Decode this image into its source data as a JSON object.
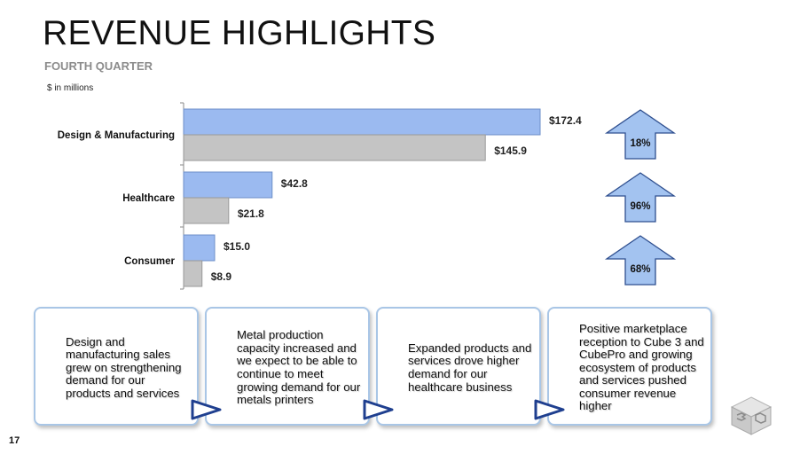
{
  "header": {
    "title": "REVENUE HIGHLIGHTS",
    "subtitle": "FOURTH QUARTER",
    "units": "$ in millions"
  },
  "chart_data": {
    "type": "bar",
    "orientation": "horizontal",
    "categories": [
      "Design & Manufacturing",
      "Healthcare",
      "Consumer"
    ],
    "series": [
      {
        "values": [
          172.4,
          42.8,
          15.0
        ],
        "labels": [
          "$172.4",
          "$42.8",
          "$15.0"
        ],
        "color": "#9bbaf0"
      },
      {
        "values": [
          145.9,
          21.8,
          8.9
        ],
        "labels": [
          "$145.9",
          "$21.8",
          "$8.9"
        ],
        "color": "#c4c4c4"
      }
    ],
    "xlim": [
      0,
      172.4
    ],
    "grid": false,
    "growth": [
      "18%",
      "96%",
      "68%"
    ]
  },
  "cards": [
    {
      "text": "Design and manufacturing sales grew on strengthening demand for our products and services"
    },
    {
      "text": "Metal production capacity increased and we expect to be able to continue to meet growing demand for our metals printers"
    },
    {
      "text": "Expanded products and services drove higher demand for our healthcare business"
    },
    {
      "text": "Positive marketplace reception to Cube 3 and CubePro and growing ecosystem of products and services pushed consumer revenue higher"
    }
  ],
  "footer": {
    "page_number": "17"
  },
  "colors": {
    "bar_current": "#9bbaf0",
    "bar_prior": "#c4c4c4",
    "card_border": "#a9c6e6",
    "arrow_fill": "#a3c3f0",
    "arrow_outline": "#2f4f8f"
  },
  "icons": {
    "growth_arrow": "up-arrow-icon",
    "card_arrow": "play-triangle-icon",
    "logo": "3d-cube-logo"
  }
}
